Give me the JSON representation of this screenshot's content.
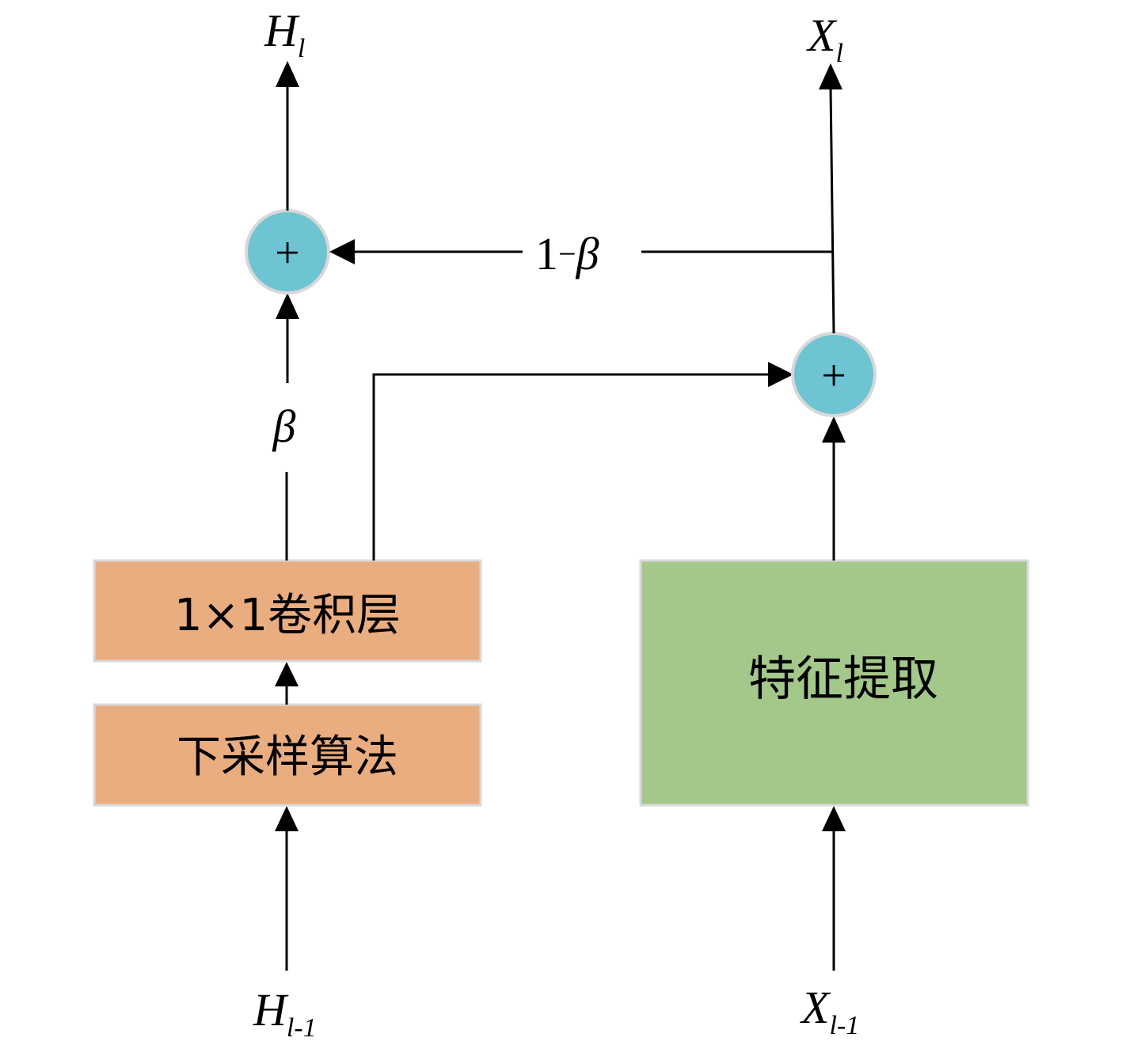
{
  "colors": {
    "downsample_box": "#EAAD80",
    "feature_box": "#A4C78A",
    "adder": "#6EC4D2",
    "adder_border": "#D8D8D8",
    "line": "#000000"
  },
  "left_branch": {
    "input": {
      "main": "H",
      "sub": "l-1"
    },
    "output": {
      "main": "H",
      "sub": "l"
    },
    "downsample_box": "下采样算法",
    "conv_box": "1×1卷积层",
    "beta_weight": "β"
  },
  "right_branch": {
    "input": {
      "main": "X",
      "sub": "l-1"
    },
    "output": {
      "main": "X",
      "sub": "l"
    },
    "feature_box": "特征提取"
  },
  "cross_weight": {
    "one": "1",
    "minus": "−",
    "beta": "β"
  },
  "adder_symbol": "+"
}
